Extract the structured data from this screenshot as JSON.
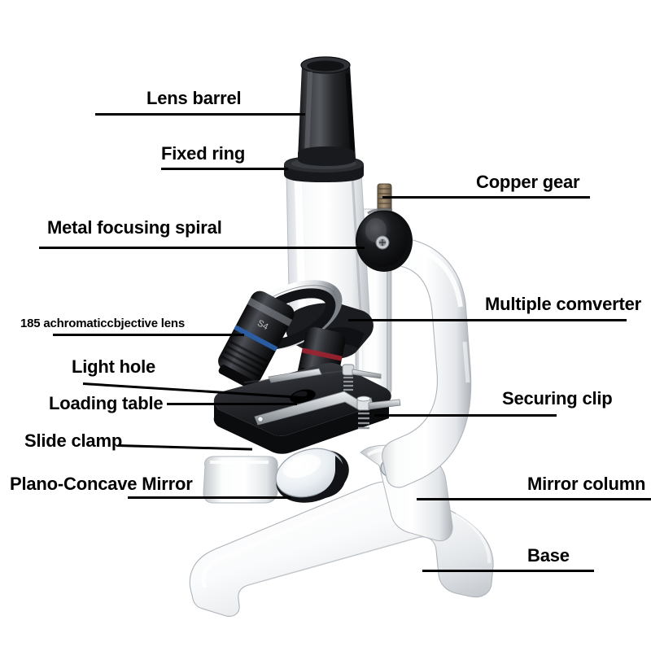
{
  "diagram": {
    "subject": "microscope",
    "background_color": "#ffffff",
    "label_color": "#000000",
    "leader_color": "#000000",
    "labels": [
      {
        "id": "lens-barrel",
        "text": "Lens barrel",
        "size": "lg"
      },
      {
        "id": "fixed-ring",
        "text": "Fixed ring",
        "size": "lg"
      },
      {
        "id": "copper-gear",
        "text": "Copper gear",
        "size": "lg"
      },
      {
        "id": "metal-focusing-spiral",
        "text": "Metal focusing spiral",
        "size": "lg"
      },
      {
        "id": "multiple-comverter",
        "text": "Multiple comverter",
        "size": "lg"
      },
      {
        "id": "achromatic-objective-lens",
        "text": "185 achromaticcbjective lens",
        "size": "sm"
      },
      {
        "id": "light-hole",
        "text": "Light hole",
        "size": "lg"
      },
      {
        "id": "loading-table",
        "text": "Loading table",
        "size": "lg"
      },
      {
        "id": "securing-clip",
        "text": "Securing clip",
        "size": "lg"
      },
      {
        "id": "slide-clamp",
        "text": "Slide clamp",
        "size": "lg"
      },
      {
        "id": "plano-concave-mirror",
        "text": "Plano-Concave Mirror",
        "size": "lg"
      },
      {
        "id": "mirror-column",
        "text": "Mirror column",
        "size": "lg"
      },
      {
        "id": "base",
        "text": "Base",
        "size": "lg"
      }
    ],
    "part_colors": {
      "body_white": "#fdfdfd",
      "body_shadow": "#c9ccd0",
      "eyepiece_black": "#1b1b1d",
      "stage_black": "#15161a",
      "turret_silver": "#e8eaec",
      "gear_copper": "#8c7a5e",
      "mirror_glass": "#eef2f5",
      "metal_clip": "#b9bdc2"
    }
  }
}
